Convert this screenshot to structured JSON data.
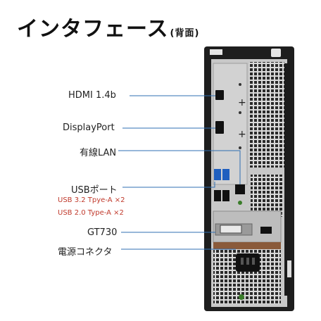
{
  "header": {
    "title": "インタフェース",
    "subtitle": "(背面)"
  },
  "labels": {
    "hdmi": "HDMI 1.4b",
    "displayport": "DisplayPort",
    "lan": "有線LAN",
    "usb": "USBポート",
    "usb32": "USB 3.2 Tpye-A ×2",
    "usb20": "USB 2.0 Type-A ×2",
    "gpu": "GT730",
    "power": "電源コネクタ"
  },
  "colors": {
    "line": "#2f6fb3",
    "accent_red": "#c0392b"
  }
}
